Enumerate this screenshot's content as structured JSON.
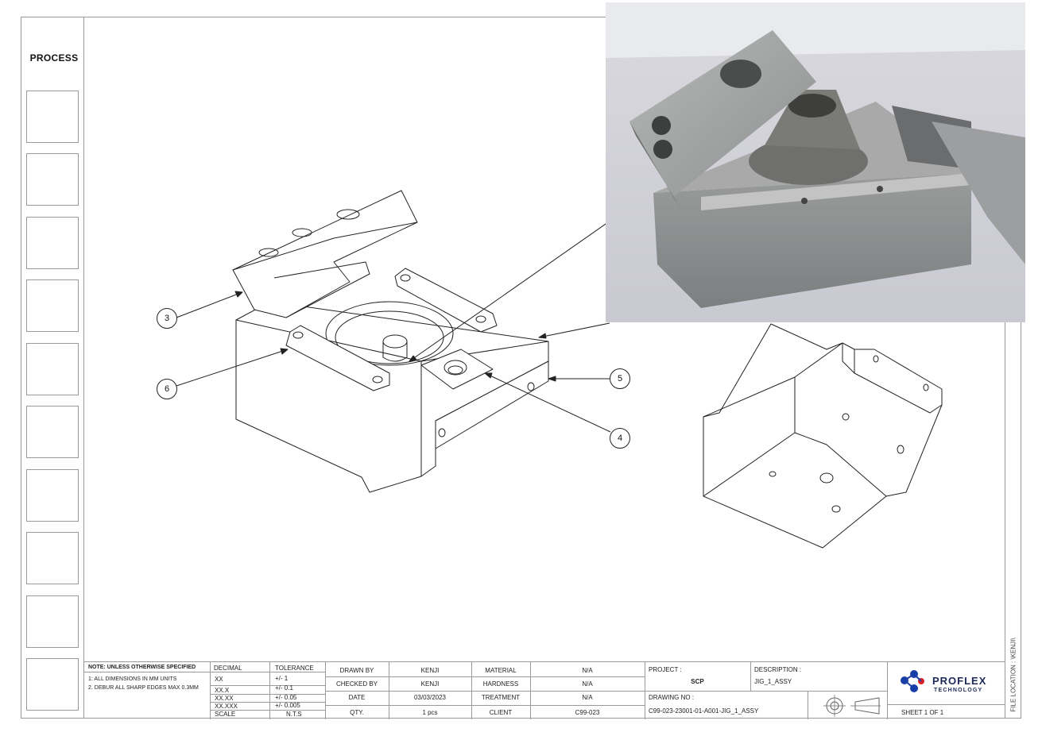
{
  "process": {
    "label": "PROCESS"
  },
  "balloons": [
    "3",
    "6",
    "5",
    "4"
  ],
  "file_location": "FILE LOCATION : \\KENJI\\",
  "notes": {
    "header": "NOTE: UNLESS OTHERWISE SPECIFIED",
    "line1": "1: ALL DIMENSIONS IN MM UNITS",
    "line2": "2. DEBUR ALL SHARP EDGES MAX 0.3MM"
  },
  "tolerance_table": {
    "decimal_header": "DECIMAL",
    "tolerance_header": "TOLERANCE",
    "rows": [
      {
        "decimal": "XX",
        "tolerance": "+/- 1"
      },
      {
        "decimal": "XX.X",
        "tolerance": "+/- 0.1"
      },
      {
        "decimal": "XX.XX",
        "tolerance": "+/- 0.05"
      },
      {
        "decimal": "XX.XXX",
        "tolerance": "+/- 0.005"
      },
      {
        "decimal": "SCALE",
        "tolerance": "N.T.S"
      }
    ]
  },
  "info": {
    "drawn_by_label": "DRAWN BY",
    "drawn_by": "KENJI",
    "checked_by_label": "CHECKED BY",
    "checked_by": "KENJI",
    "date_label": "DATE",
    "date": "03/03/2023",
    "qty_label": "QTY.",
    "qty": "1 pcs",
    "material_label": "MATERIAL",
    "material": "N/A",
    "hardness_label": "HARDNESS",
    "hardness": "N/A",
    "treatment_label": "TREATMENT",
    "treatment": "N/A",
    "client_label": "CLIENT",
    "client": "C99-023"
  },
  "project": {
    "project_label": "PROJECT :",
    "project": "SCP",
    "description_label": "DESCRIPTION :",
    "description": "JIG_1_ASSY",
    "drawing_no_label": "DRAWING NO :",
    "drawing_no": "C99-023-23001-01-A001-JIG_1_ASSY",
    "sheet": "SHEET 1 OF 1"
  },
  "logo": {
    "name": "PROFLEX",
    "sub": "TECHNOLOGY"
  }
}
